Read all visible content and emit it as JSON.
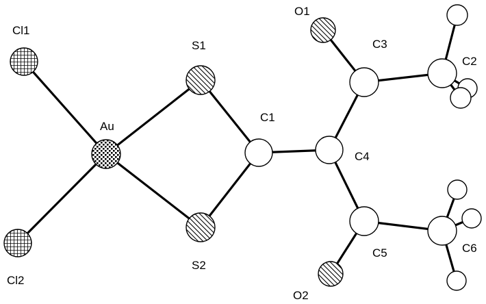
{
  "diagram": {
    "type": "molecular-structure",
    "atoms": [
      {
        "id": "Au",
        "label": "Au",
        "element": "Au",
        "pattern": "au-dots"
      },
      {
        "id": "Cl1",
        "label": "Cl1",
        "element": "Cl",
        "pattern": "grid"
      },
      {
        "id": "Cl2",
        "label": "Cl2",
        "element": "Cl",
        "pattern": "grid"
      },
      {
        "id": "S1",
        "label": "S1",
        "element": "S",
        "pattern": "hatch"
      },
      {
        "id": "S2",
        "label": "S2",
        "element": "S",
        "pattern": "hatch"
      },
      {
        "id": "C1",
        "label": "C1",
        "element": "C",
        "pattern": "none"
      },
      {
        "id": "C4",
        "label": "C4",
        "element": "C",
        "pattern": "none"
      },
      {
        "id": "C3",
        "label": "C3",
        "element": "C",
        "pattern": "none"
      },
      {
        "id": "C5",
        "label": "C5",
        "element": "C",
        "pattern": "none"
      },
      {
        "id": "O1",
        "label": "O1",
        "element": "O",
        "pattern": "hatch"
      },
      {
        "id": "O2",
        "label": "O2",
        "element": "O",
        "pattern": "hatch"
      },
      {
        "id": "C2",
        "label": "C2",
        "element": "C",
        "pattern": "none"
      },
      {
        "id": "C6",
        "label": "C6",
        "element": "C",
        "pattern": "none"
      },
      {
        "id": "H2a",
        "label": "",
        "element": "H",
        "pattern": "none"
      },
      {
        "id": "H2b",
        "label": "",
        "element": "H",
        "pattern": "none"
      },
      {
        "id": "H2c",
        "label": "",
        "element": "H",
        "pattern": "none"
      },
      {
        "id": "H6a",
        "label": "",
        "element": "H",
        "pattern": "none"
      },
      {
        "id": "H6b",
        "label": "",
        "element": "H",
        "pattern": "none"
      },
      {
        "id": "H6c",
        "label": "",
        "element": "H",
        "pattern": "none"
      }
    ],
    "bonds": [
      [
        "Au",
        "Cl1"
      ],
      [
        "Au",
        "Cl2"
      ],
      [
        "Au",
        "S1"
      ],
      [
        "Au",
        "S2"
      ],
      [
        "S1",
        "C1"
      ],
      [
        "S2",
        "C1"
      ],
      [
        "C1",
        "C4"
      ],
      [
        "C4",
        "C3"
      ],
      [
        "C4",
        "C5"
      ],
      [
        "C3",
        "O1"
      ],
      [
        "C3",
        "C2"
      ],
      [
        "C5",
        "O2"
      ],
      [
        "C5",
        "C6"
      ],
      [
        "C2",
        "H2a"
      ],
      [
        "C2",
        "H2b"
      ],
      [
        "C2",
        "H2c"
      ],
      [
        "C6",
        "H6a"
      ],
      [
        "C6",
        "H6b"
      ],
      [
        "C6",
        "H6c"
      ]
    ]
  }
}
